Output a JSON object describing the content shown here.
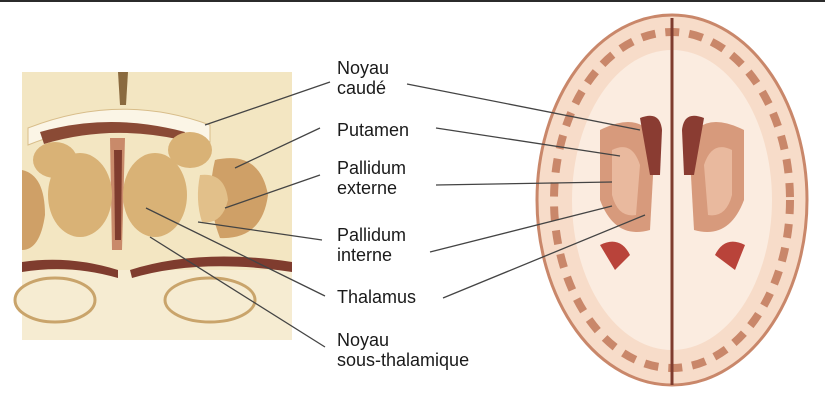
{
  "labels": {
    "noyau_caude": [
      "Noyau",
      "caudé"
    ],
    "putamen": [
      "Putamen"
    ],
    "pallidum_externe": [
      "Pallidum",
      "externe"
    ],
    "pallidum_interne": [
      "Pallidum",
      "interne"
    ],
    "thalamus": [
      "Thalamus"
    ],
    "noyau_sous_thalamique": [
      "Noyau",
      "sous-thalamique"
    ]
  },
  "colors": {
    "section_bg": "#f3e6c2",
    "tissue_tan": "#d9b276",
    "tissue_dark": "#a9773c",
    "red_tint": "#c77d6c",
    "dark_red": "#7f3c2e",
    "cortex_pink": "#f7dcc9",
    "cortex_border": "#c9876a",
    "leader_line": "#444444"
  }
}
